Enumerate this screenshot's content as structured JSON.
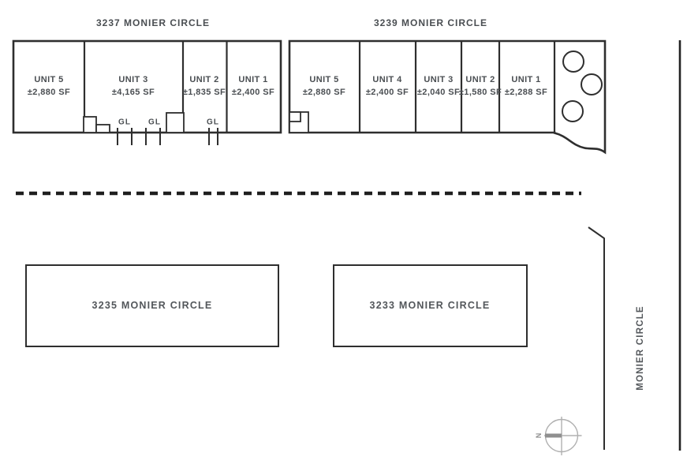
{
  "colors": {
    "line": "#2e2e2e",
    "dash": "#1e1e1e",
    "text": "#4a4e52",
    "compass": "#b0b0b0",
    "compass_bar": "#8f8f8f"
  },
  "buildings_top": [
    {
      "title": "3237 MONIER CIRCLE",
      "units": [
        {
          "name": "UNIT 5",
          "area": "±2,880 SF"
        },
        {
          "name": "UNIT 3",
          "area": "±4,165 SF"
        },
        {
          "name": "UNIT 2",
          "area": "±1,835 SF"
        },
        {
          "name": "UNIT 1",
          "area": "±2,400 SF"
        }
      ],
      "door_labels": [
        "GL",
        "GL",
        "GL"
      ]
    },
    {
      "title": "3239 MONIER CIRCLE",
      "units": [
        {
          "name": "UNIT 5",
          "area": "±2,880 SF"
        },
        {
          "name": "UNIT 4",
          "area": "±2,400 SF"
        },
        {
          "name": "UNIT 3",
          "area": "±2,040 SF"
        },
        {
          "name": "UNIT 2",
          "area": "±1,580 SF"
        },
        {
          "name": "UNIT 1",
          "area": "±2,288 SF"
        }
      ]
    }
  ],
  "buildings_bottom": [
    {
      "label": "3235 MONIER CIRCLE"
    },
    {
      "label": "3233 MONIER CIRCLE"
    }
  ],
  "street": {
    "label": "MONIER CIRCLE"
  },
  "compass": {
    "label": "N"
  }
}
